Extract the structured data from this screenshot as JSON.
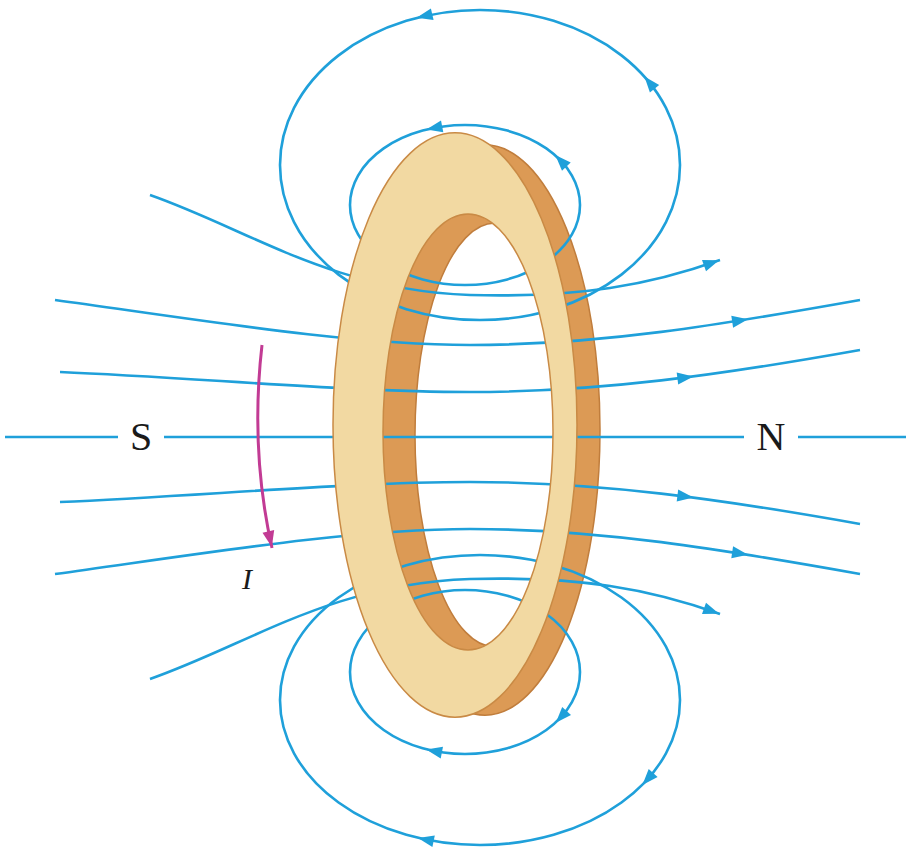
{
  "diagram": {
    "labels": [
      "S",
      "N",
      "I"
    ]
  }
}
